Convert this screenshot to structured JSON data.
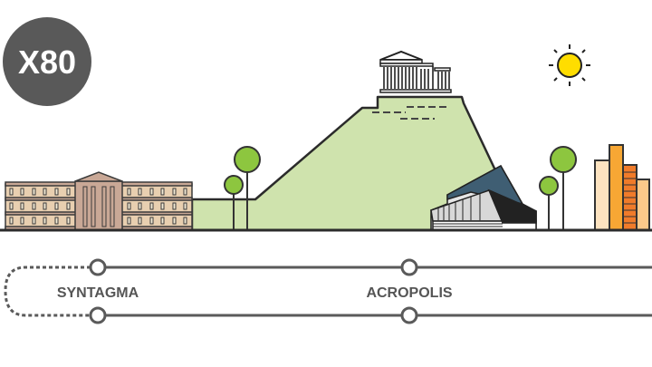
{
  "badge": {
    "label": "X80"
  },
  "stops": [
    {
      "name": "SYNTAGMA"
    },
    {
      "name": "ACROPOLIS"
    }
  ],
  "colors": {
    "badge": "#595959",
    "hill": "#cfe3ad",
    "line": "#5a5a5a",
    "sun": "#ffdd00",
    "tree": "#8dc63f",
    "parliament": "#e8cfb0",
    "museum_roof": "#3f5e73"
  }
}
